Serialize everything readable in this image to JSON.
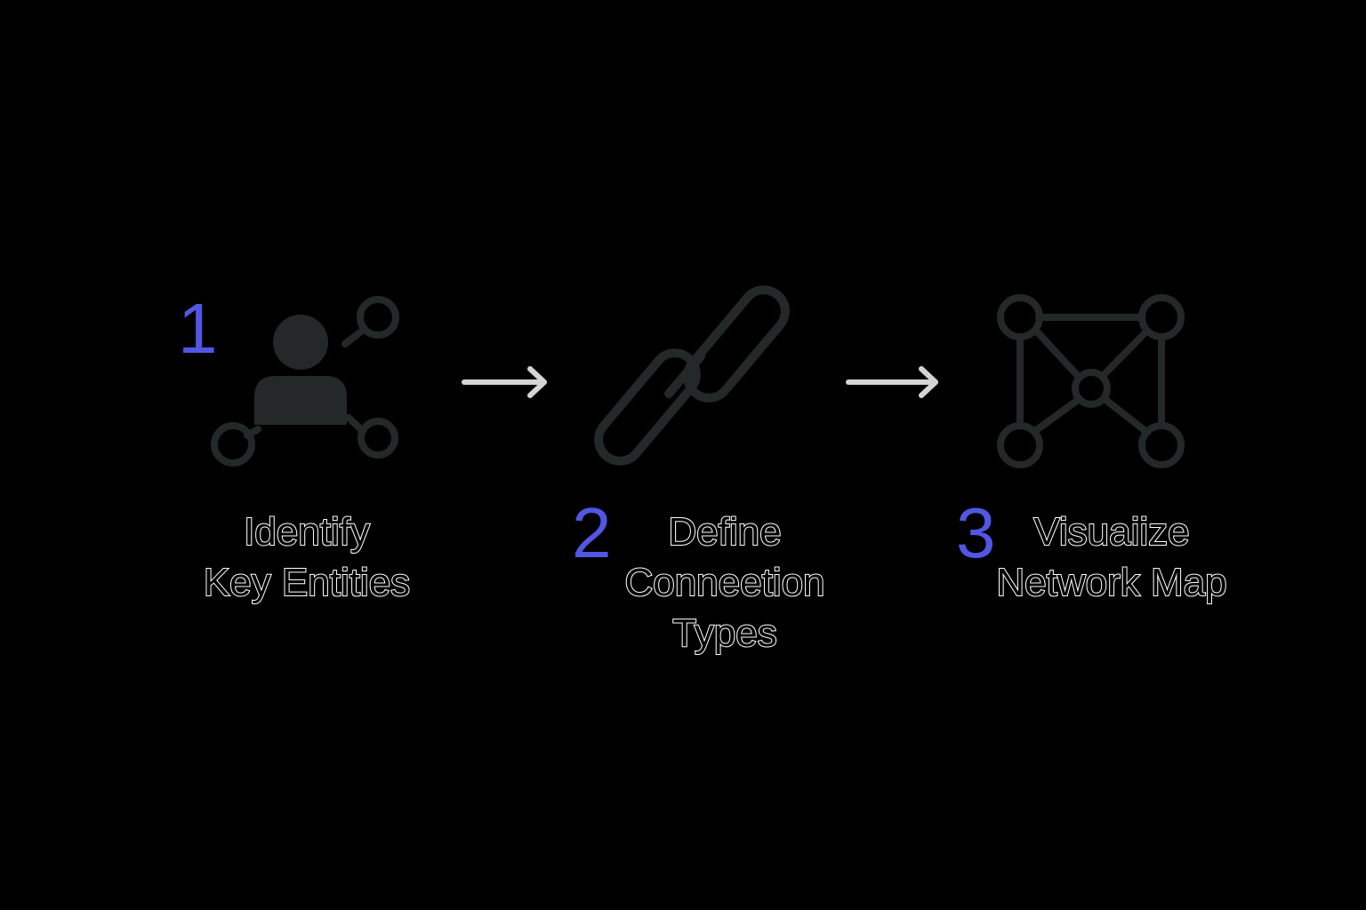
{
  "colors": {
    "background": "#000000",
    "accent": "#5157e3",
    "icon": "#252829",
    "arrow": "#d4d4d4",
    "label_outline": "#ffffff"
  },
  "steps": [
    {
      "number": "1",
      "label_lines": [
        "Identify",
        "Key Entities"
      ],
      "icon": "person-network-icon"
    },
    {
      "number": "2",
      "label_lines": [
        "Define",
        "Conneetion",
        "Types"
      ],
      "icon": "chain-link-icon"
    },
    {
      "number": "3",
      "label_lines": [
        "Visuaiize",
        "Network Map"
      ],
      "icon": "network-graph-icon"
    }
  ],
  "connectors": [
    "arrow-right-icon",
    "arrow-right-icon"
  ]
}
